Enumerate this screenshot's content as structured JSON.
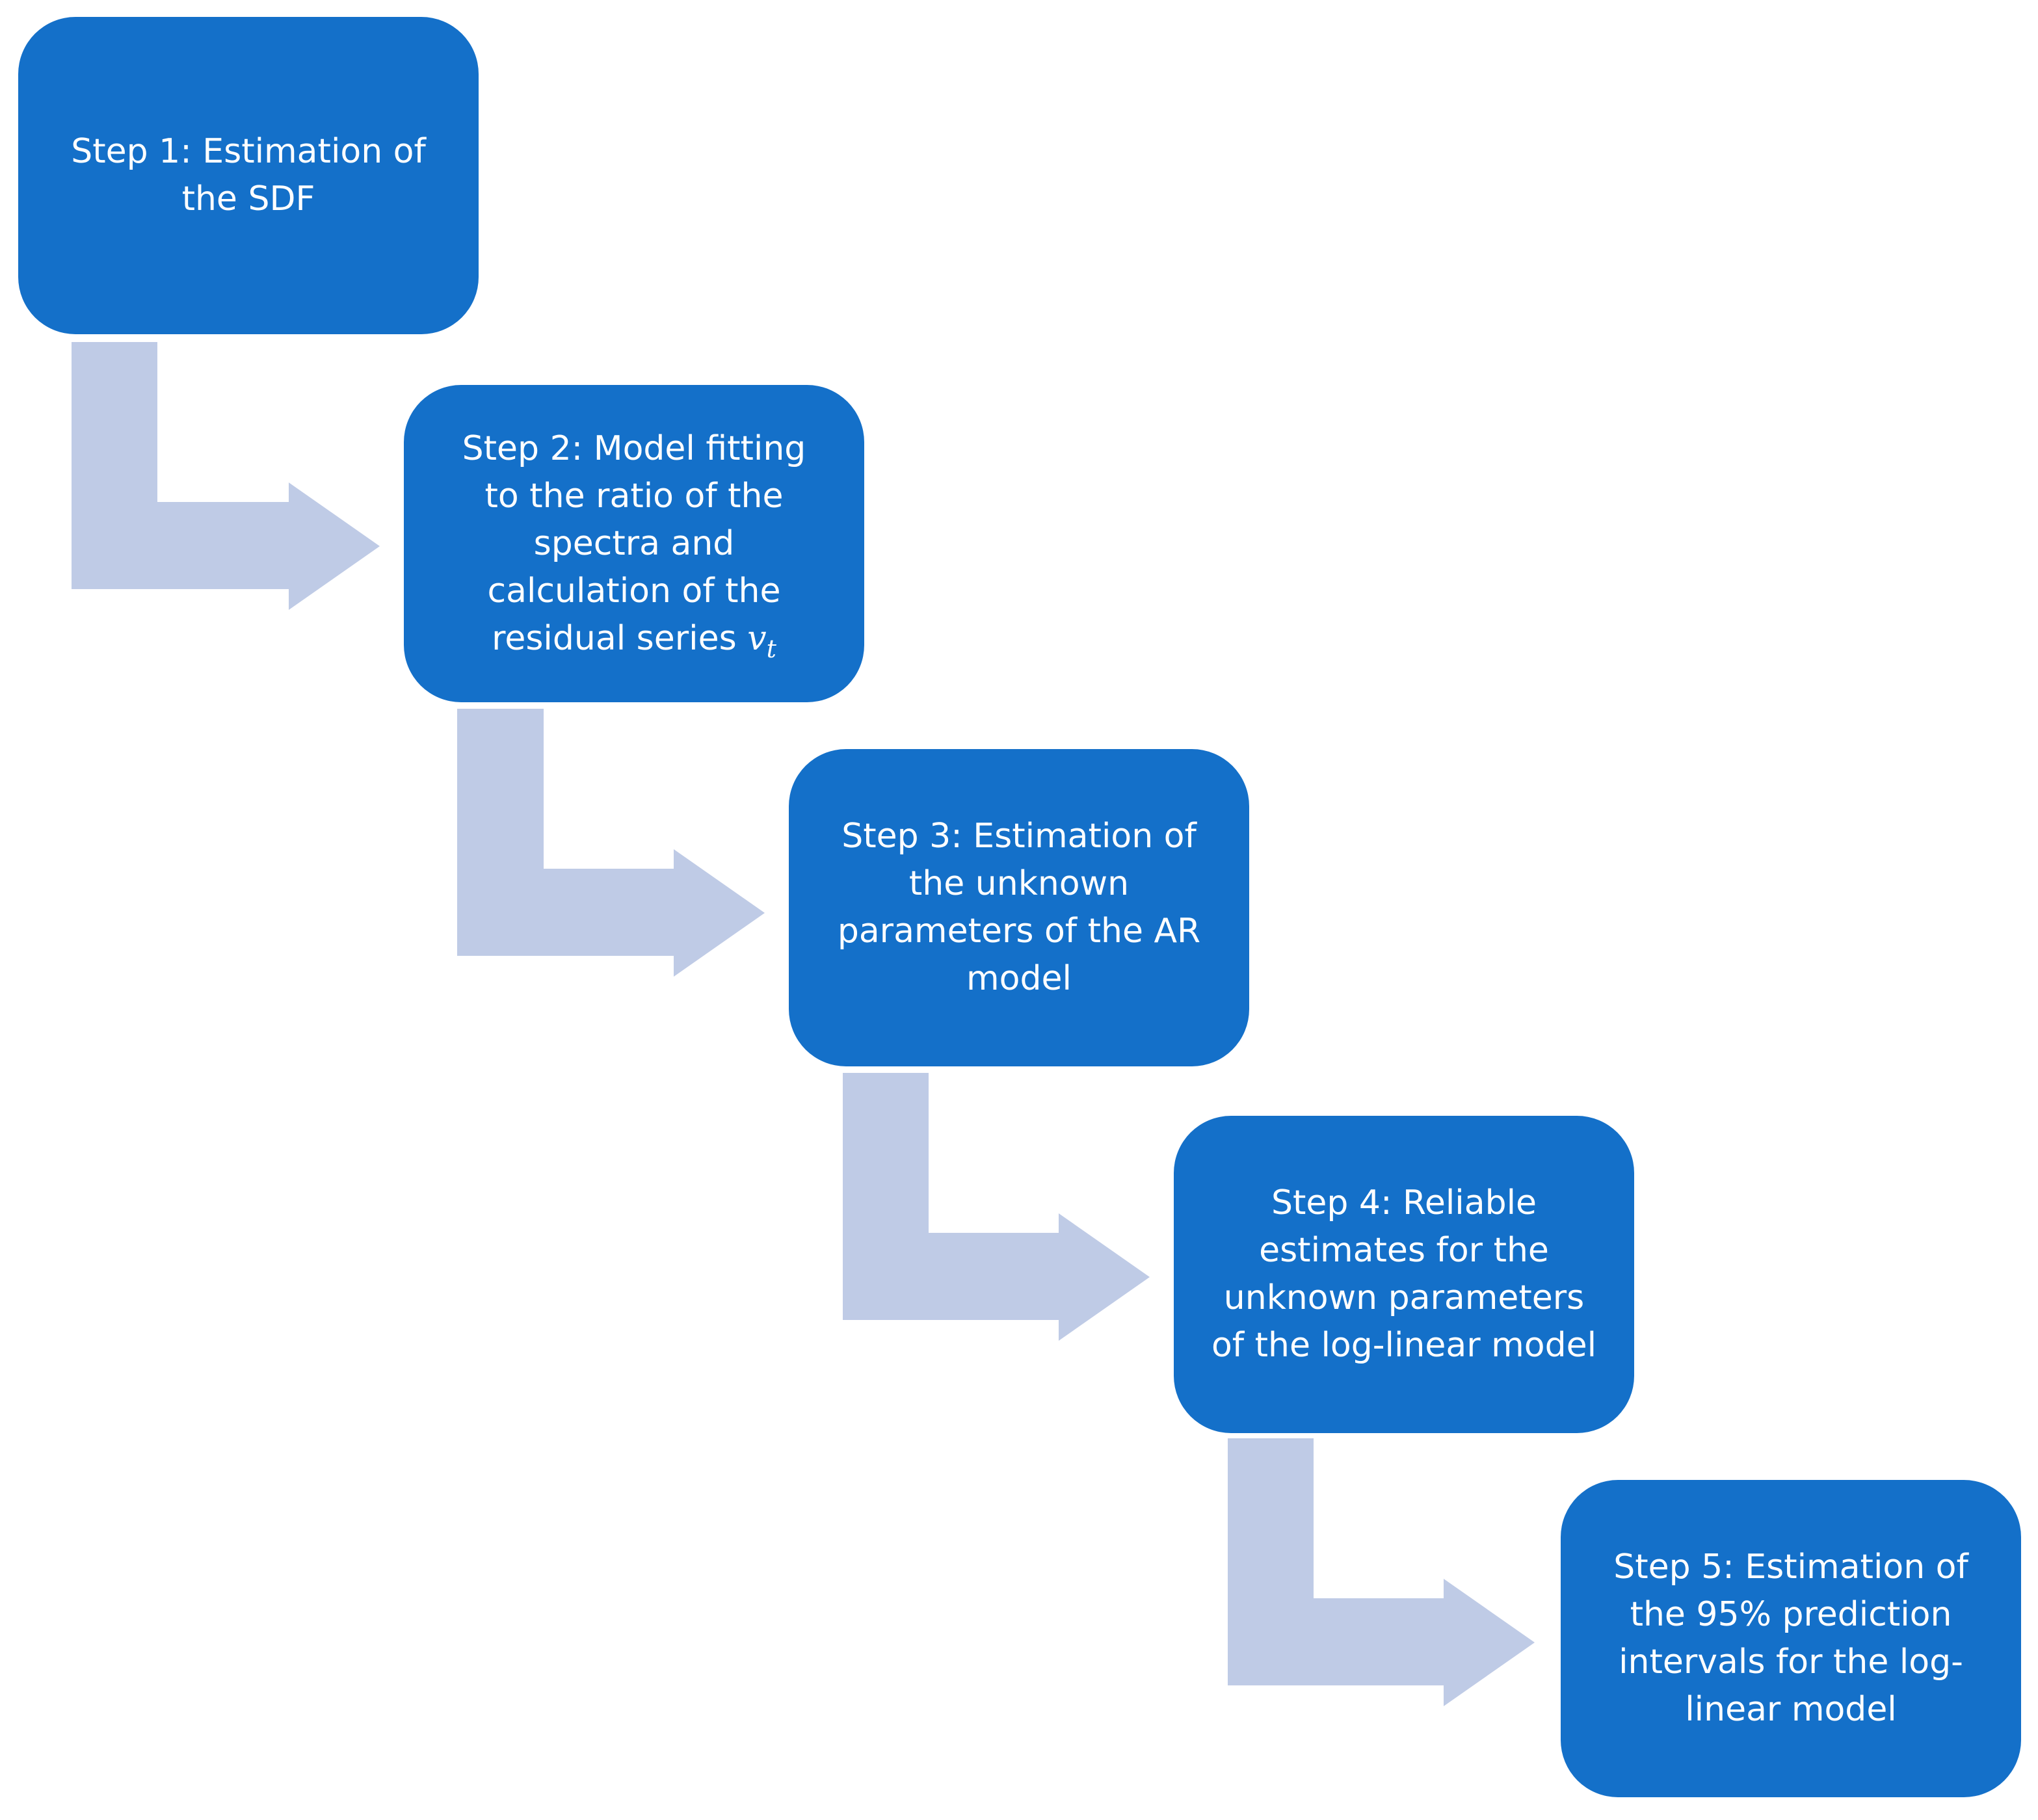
{
  "steps": [
    {
      "label": "Step 1: Estimation of\nthe SDF"
    },
    {
      "label": "Step 2: Model fitting\nto the ratio of the\nspectra and\ncalculation of the\nresidual series ",
      "math": "v",
      "math_sub": "t"
    },
    {
      "label": "Step 3: Estimation of\nthe unknown\nparameters of the AR\nmodel"
    },
    {
      "label": "Step 4: Reliable\nestimates for the\nunknown parameters\nof the log-linear model"
    },
    {
      "label": "Step 5: Estimation of\nthe 95% prediction\nintervals for the log-\nlinear model"
    }
  ],
  "colors": {
    "box_fill": "#1470c9",
    "box_text": "#ffffff",
    "arrow_fill": "#bfcbe6",
    "background": "#ffffff"
  }
}
